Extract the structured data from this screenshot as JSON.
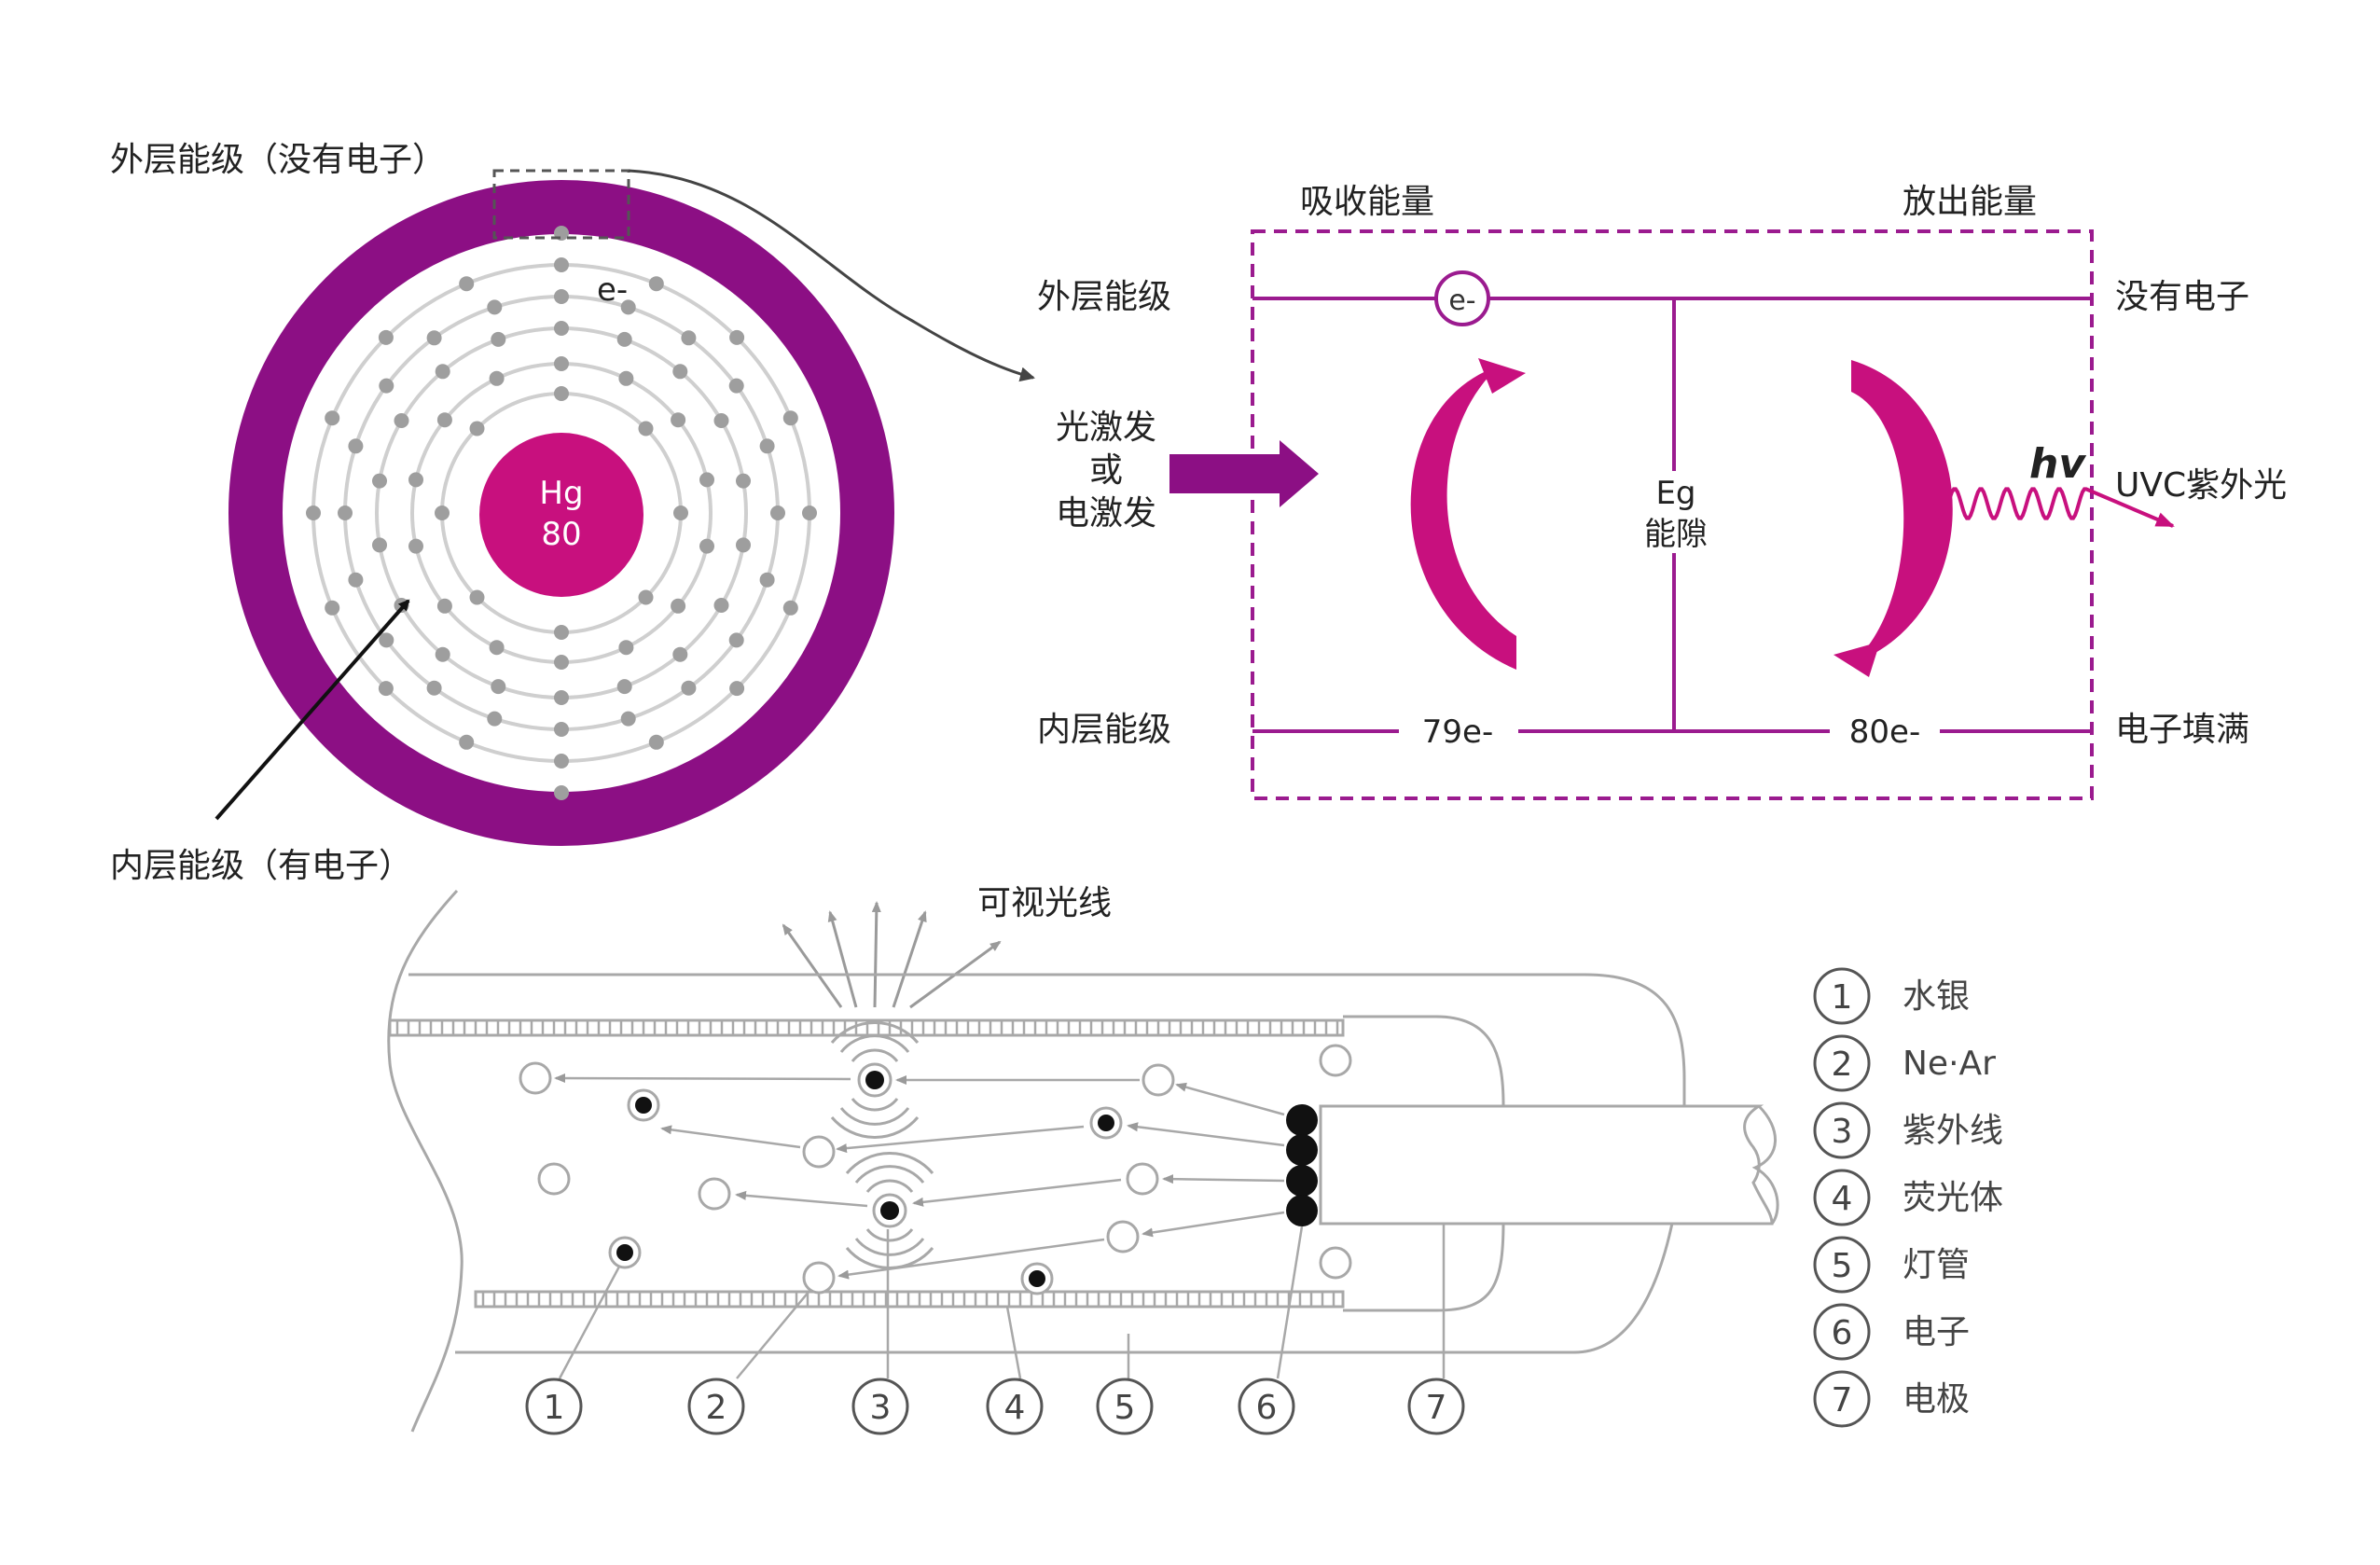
{
  "colors": {
    "purple": "#8c0f84",
    "magenta": "#c8107e",
    "violet": "#9b1b8f",
    "gray": "#a8a8a8",
    "dark": "#222222"
  },
  "atom": {
    "outer_label": "外层能级（没有电子）",
    "inner_label": "内层能级（有电子）",
    "nucleus_symbol": "Hg",
    "nucleus_number": "80",
    "electron": "e-"
  },
  "band": {
    "absorb": "吸收能量",
    "release": "放出能量",
    "outer_level": "外层能级",
    "no_electrons": "没有电子",
    "inner_level": "内层能级",
    "full": "电子填满",
    "excite_line1": "光激发",
    "excite_line2": "或",
    "excite_line3": "电激发",
    "gap_symbol": "Eg",
    "gap_name": "能隙",
    "left_count": "79e-",
    "right_count": "80e-",
    "photon": "hv",
    "uvc": "UVC紫外光",
    "electron": "e-"
  },
  "lamp": {
    "visible_light": "可视光线",
    "callout_numbers": [
      "1",
      "2",
      "3",
      "4",
      "5",
      "6",
      "7"
    ]
  },
  "legend": [
    {
      "num": "1",
      "label": "水银"
    },
    {
      "num": "2",
      "label": "Ne·Ar"
    },
    {
      "num": "3",
      "label": "紫外线"
    },
    {
      "num": "4",
      "label": "荧光体"
    },
    {
      "num": "5",
      "label": "灯管"
    },
    {
      "num": "6",
      "label": "电子"
    },
    {
      "num": "7",
      "label": "电极"
    }
  ]
}
